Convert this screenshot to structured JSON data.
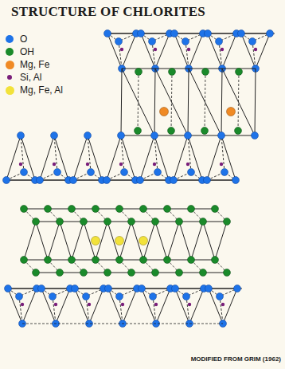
{
  "diagram": {
    "title": "STRUCTURE OF CHLORITES",
    "caption": "MODIFIED FROM GRIM (1962)",
    "legend": [
      {
        "text": "O",
        "color": "#1e73e8"
      },
      {
        "text": "OH",
        "color": "#1a8a2a"
      },
      {
        "text": "Mg, Fe",
        "color": "#f08a24"
      },
      {
        "text": "Si, Al",
        "color": "#7a1f7a"
      },
      {
        "text": "Mg, Fe, Al",
        "color": "#f2e23a"
      }
    ]
  }
}
